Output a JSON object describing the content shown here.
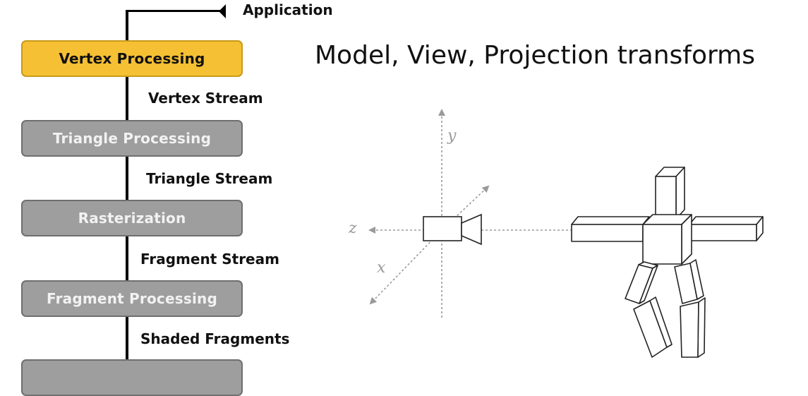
{
  "pipeline": {
    "input_label": "Application",
    "stages": [
      {
        "label": "Vertex Processing",
        "state": "active"
      },
      {
        "label": "Triangle Processing",
        "state": "inactive"
      },
      {
        "label": "Rasterization",
        "state": "inactive"
      },
      {
        "label": "Fragment Processing",
        "state": "inactive"
      }
    ],
    "streams": [
      "Vertex Stream",
      "Triangle Stream",
      "Fragment Stream",
      "Shaded Fragments"
    ]
  },
  "slide": {
    "title": "Model, View, Projection transforms"
  },
  "scene": {
    "axes": {
      "x": "x",
      "y": "y",
      "z": "z"
    }
  },
  "colors": {
    "active_stage": "#f5c033",
    "inactive_stage": "#9e9e9e",
    "axis": "#9a9a9a"
  }
}
